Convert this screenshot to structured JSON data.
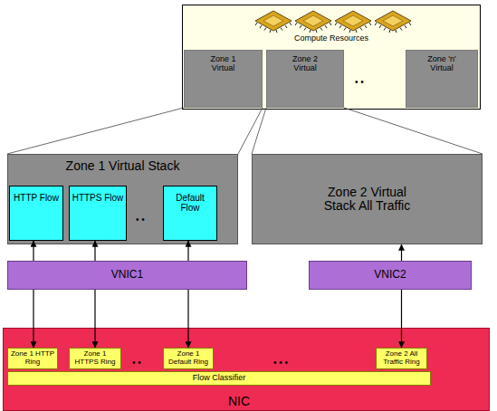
{
  "diagram": {
    "nodes": [
      {
        "text": [
          "Compute Resources"
        ]
      },
      {
        "text": [
          "Zone 1 Virtual"
        ],
        "in": 0
      },
      {
        "text": [
          "Zone 2 Virtual"
        ],
        "in": 0
      },
      {
        "text": [
          "Zone 'n' Virtual"
        ],
        "in": 0
      },
      {
        "text": [
          "Zone 1 Virtual Stack"
        ]
      },
      {
        "text": [
          "HTTP Flow"
        ],
        "in": 4
      },
      {
        "text": [
          "HTTPS Flow"
        ],
        "in": 4
      },
      {
        "text": [
          "Default Flow"
        ],
        "in": 4
      },
      {
        "text": [
          "Zone 2 Virtual Stack All Traffic"
        ]
      },
      {
        "text": [
          "VNIC1"
        ]
      },
      {
        "text": [
          "VNIC2"
        ]
      },
      {
        "text": [
          "NIC"
        ]
      },
      {
        "text": [
          "Zone 1 HTTP Ring"
        ],
        "in": 11
      },
      {
        "text": [
          "Zone 1 HTTPS Ring"
        ],
        "in": 11
      },
      {
        "text": [
          "Zone 1 Default Ring"
        ],
        "in": 11
      },
      {
        "text": [
          "Zone 2 All Traffic Ring"
        ],
        "in": 11
      },
      {
        "text": [
          "Flow Classifier"
        ],
        "in": 11
      }
    ],
    "edges": [
      {
        "from": 1,
        "to": 4,
        "arrow": "none"
      },
      {
        "from": 2,
        "to": 8,
        "arrow": "none"
      },
      {
        "from": 5,
        "to": 12,
        "arrow": "both"
      },
      {
        "from": 6,
        "to": 13,
        "arrow": "both"
      },
      {
        "from": 7,
        "to": 14,
        "arrow": "both"
      },
      {
        "from": 8,
        "to": 15,
        "arrow": "both"
      }
    ],
    "labels": [
      "• •",
      "• •",
      "• •",
      "• • •"
    ]
  }
}
